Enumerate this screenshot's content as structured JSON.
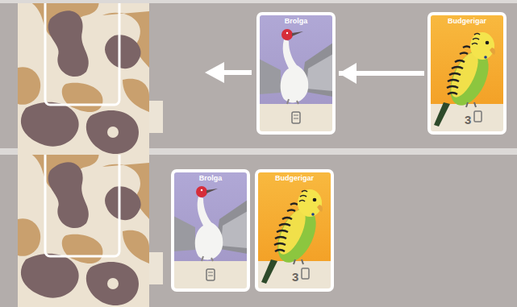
{
  "diagram": {
    "nodes": [
      {
        "text": [
          "Brolga"
        ]
      },
      {
        "text": [
          "Budgerigar",
          "3"
        ]
      },
      {
        "text": [
          "Brolga"
        ]
      },
      {
        "text": [
          "Budgerigar",
          "3"
        ]
      }
    ],
    "edges": [
      {
        "from": 1,
        "to": 0,
        "arrow": "to"
      }
    ]
  }
}
